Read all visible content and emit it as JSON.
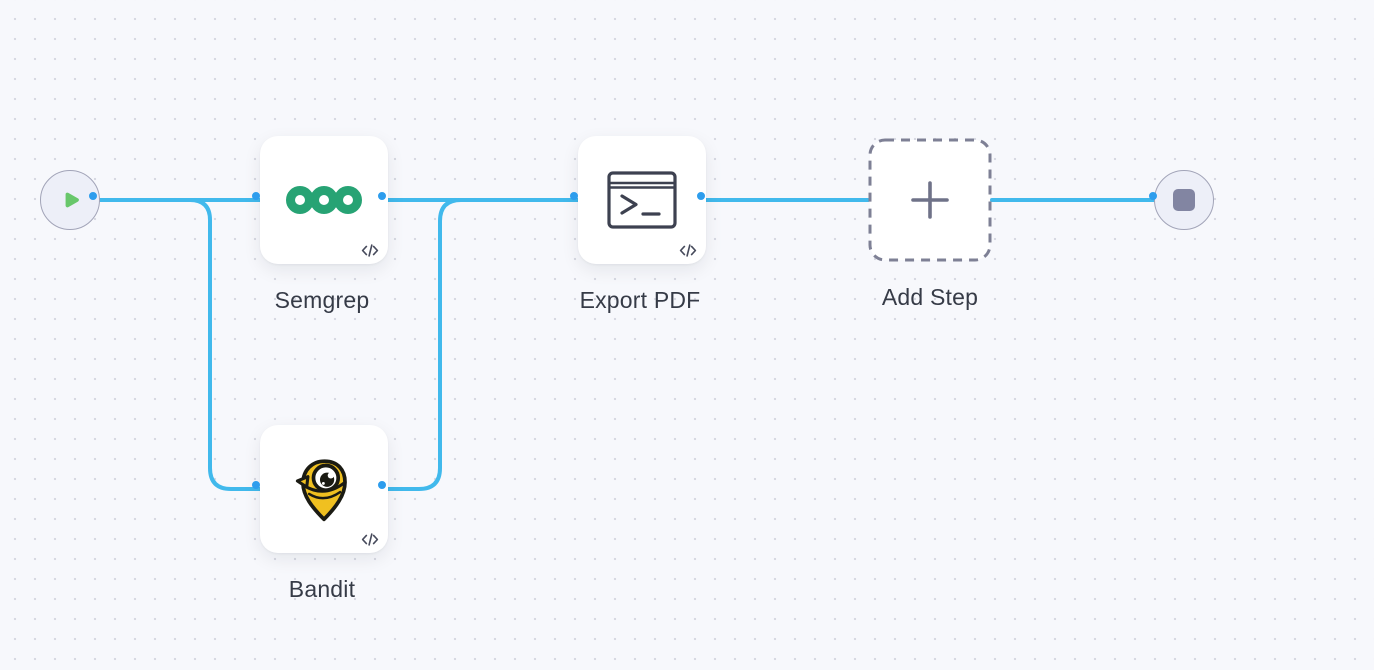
{
  "app": {
    "surface": "workflow-editor-canvas"
  },
  "workflow": {
    "nodes": {
      "start": {
        "icon": "play-icon"
      },
      "semgrep": {
        "label": "Semgrep",
        "icon": "semgrep-logo-icon",
        "badge_icon": "code-icon"
      },
      "bandit": {
        "label": "Bandit",
        "icon": "bandit-logo-icon",
        "badge_icon": "code-icon"
      },
      "export_pdf": {
        "label": "Export PDF",
        "icon": "terminal-icon",
        "badge_icon": "code-icon"
      },
      "add_step": {
        "label": "Add Step",
        "icon": "plus-icon"
      },
      "end": {
        "icon": "stop-icon"
      }
    },
    "edges": [
      {
        "from": "start",
        "to": "semgrep"
      },
      {
        "from": "start",
        "to": "bandit"
      },
      {
        "from": "semgrep",
        "to": "export_pdf"
      },
      {
        "from": "bandit",
        "to": "export_pdf"
      },
      {
        "from": "export_pdf",
        "to": "add_step"
      },
      {
        "from": "add_step",
        "to": "end"
      }
    ],
    "colors": {
      "canvas_bg": "#f7f8fc",
      "grid_dot": "#d7d9e2",
      "wire_blue": "#41b9ec",
      "port_blue": "#2d9ded",
      "semgrep_green": "#27a374",
      "bandit_yellow": "#f0c020",
      "play_green": "#68c76b",
      "stop_gray": "#8285a2",
      "label_text": "#363b47",
      "dashed_border": "#7e8095"
    }
  }
}
